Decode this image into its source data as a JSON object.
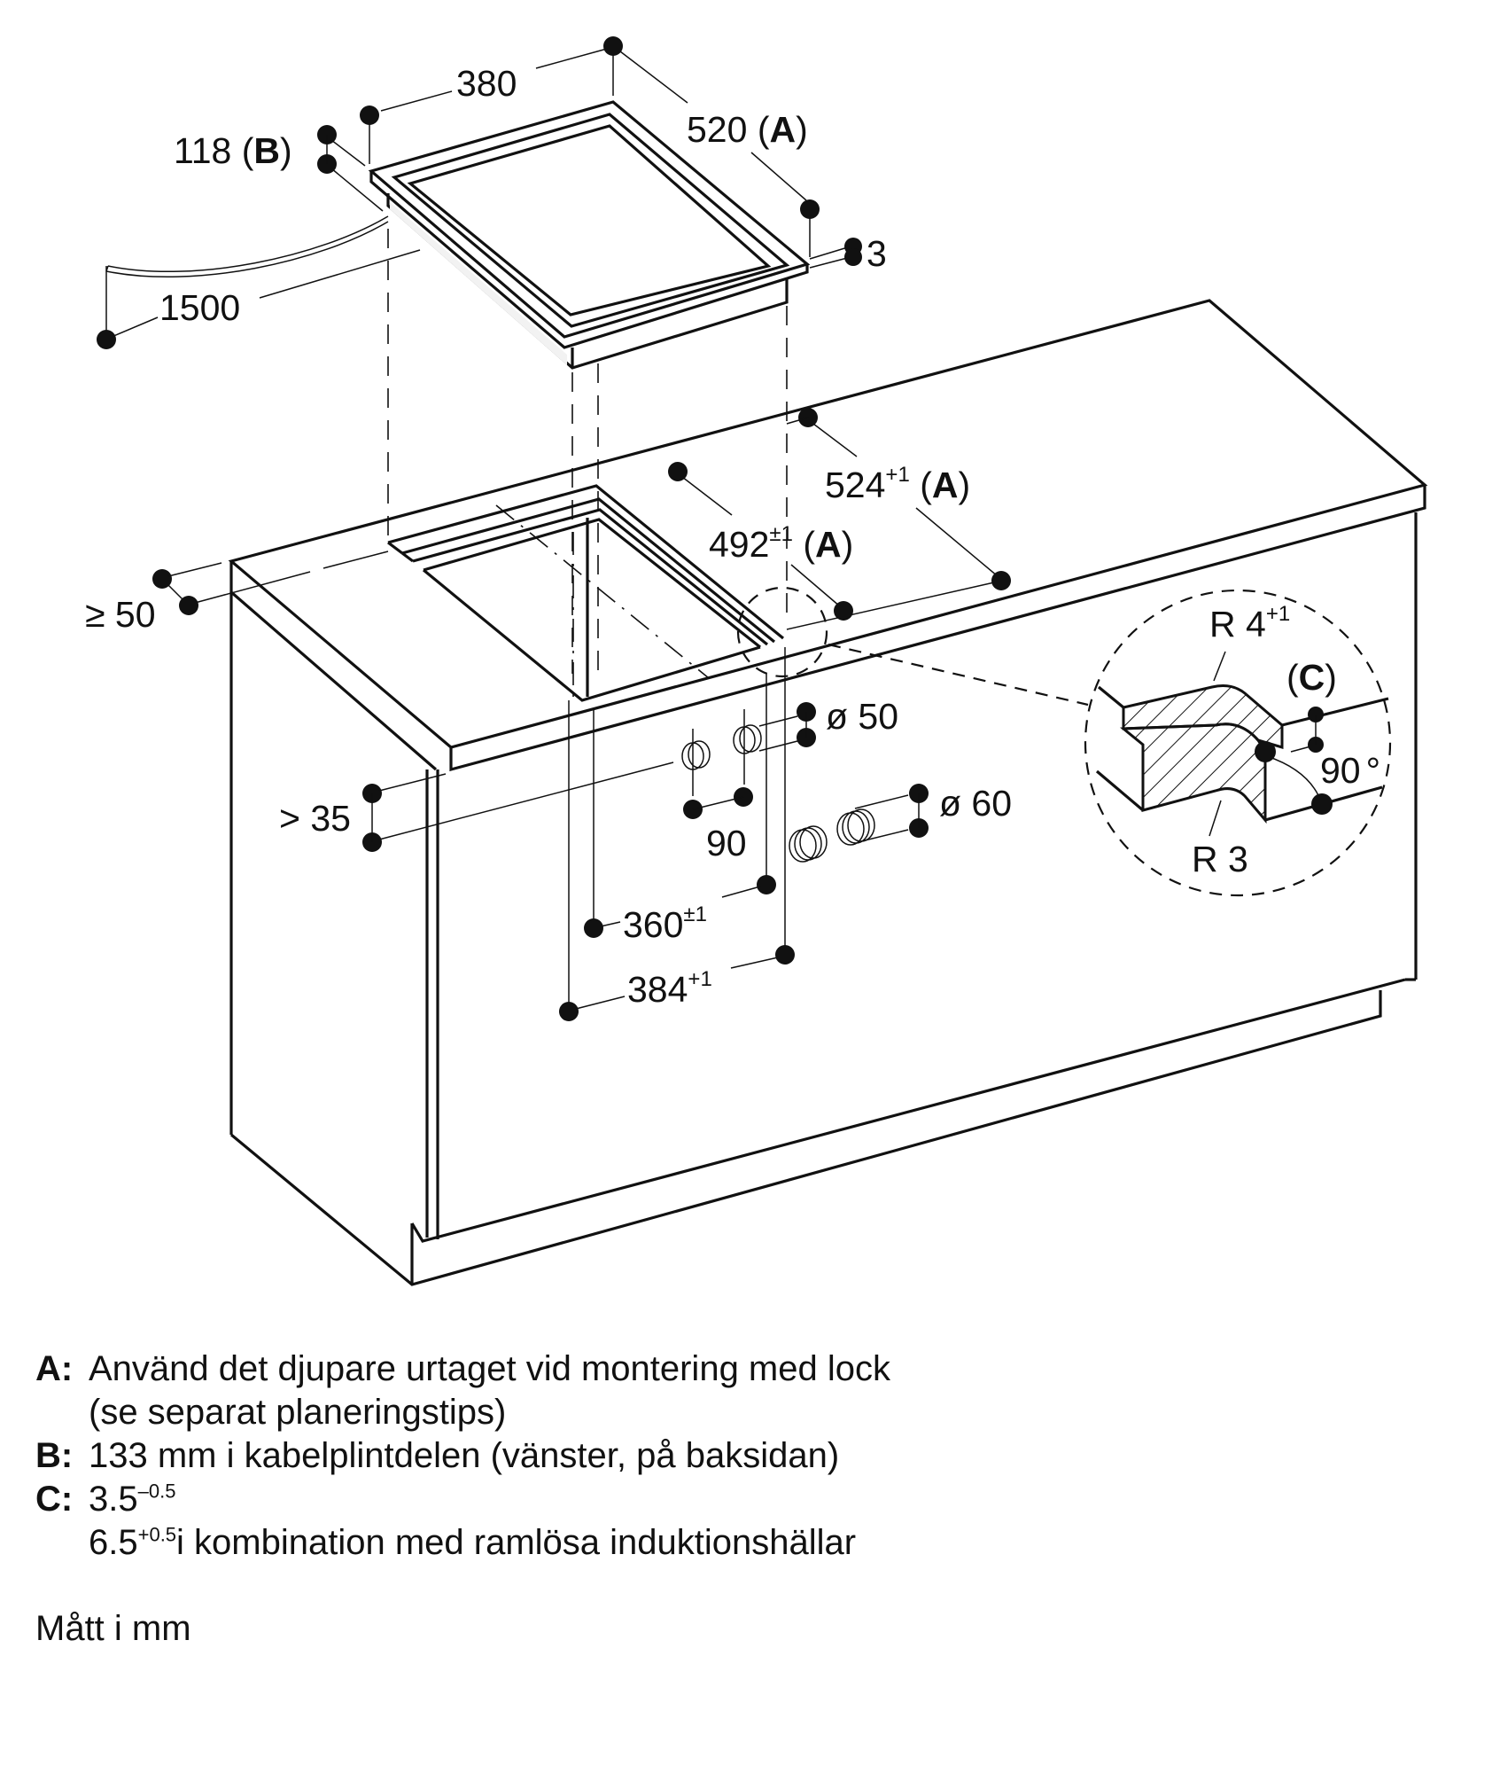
{
  "diagram": {
    "title": "Installation dimensions – built-in hob in countertop",
    "appliance_dimensions": {
      "width": "380",
      "depth": "520",
      "depth_ref": "A",
      "height": "118",
      "height_ref": "B",
      "frame_thickness": "3",
      "cable_length": "1500"
    },
    "cutout_dimensions": {
      "outer_depth": "524",
      "outer_depth_tol": "+1",
      "outer_depth_ref": "A",
      "inner_depth": "492",
      "inner_depth_tol": "±1",
      "inner_depth_ref": "A",
      "rear_clearance": "≥ 50",
      "inner_width": "360",
      "inner_width_tol": "±1",
      "outer_width": "384",
      "outer_width_tol": "+1",
      "worktop_thickness": "> 35",
      "vent_hole_spacing": "90",
      "vent_hole_small_diameter": "ø 50",
      "vent_hole_large_diameter": "ø 60"
    },
    "detail_view": {
      "radius_top": "R 4",
      "radius_top_tol": "+1",
      "radius_bottom": "R 3",
      "step_ref": "(C)",
      "angle": "90",
      "angle_unit": "°"
    }
  },
  "notes": [
    {
      "key": "A",
      "text": "Använd det djupare urtaget vid montering med lock",
      "text2": "(se separat planeringstips)"
    },
    {
      "key": "B",
      "text": "133 mm i kabelplintdelen (vänster, på baksidan)"
    },
    {
      "key": "C",
      "value1": "3.5",
      "tol1": "–0.5",
      "value2": "6.5",
      "tol2": "+0.5",
      "text2": "i kombination med ramlösa induktionshällar"
    }
  ],
  "units_note": "Mått i mm"
}
